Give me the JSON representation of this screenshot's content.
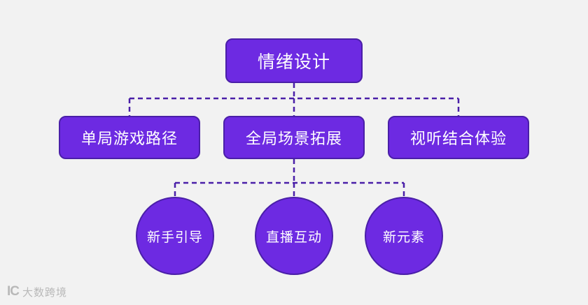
{
  "diagram": {
    "type": "tree",
    "background_color": "#f2f2f2",
    "node_fill": "#6d2ae2",
    "node_stroke": "#4a1fa8",
    "node_text_color": "#ffffff",
    "connector_color": "#4a1fa8",
    "connector_style": "dashed",
    "levels": [
      {
        "level": 0,
        "shape": "rounded-rectangle",
        "nodes": [
          {
            "id": "root",
            "label": "情绪设计"
          }
        ]
      },
      {
        "level": 1,
        "shape": "rounded-rectangle",
        "nodes": [
          {
            "id": "l1-a",
            "label": "单局游戏路径"
          },
          {
            "id": "l1-b",
            "label": "全局场景拓展"
          },
          {
            "id": "l1-c",
            "label": "视听结合体验"
          }
        ]
      },
      {
        "level": 2,
        "shape": "circle",
        "parent": "l1-b",
        "nodes": [
          {
            "id": "l2-a",
            "label": "新手引导"
          },
          {
            "id": "l2-b",
            "label": "直播互动"
          },
          {
            "id": "l2-c",
            "label": "新元素"
          }
        ]
      }
    ]
  },
  "watermark": {
    "mark": "IC",
    "text": "大数跨境"
  }
}
